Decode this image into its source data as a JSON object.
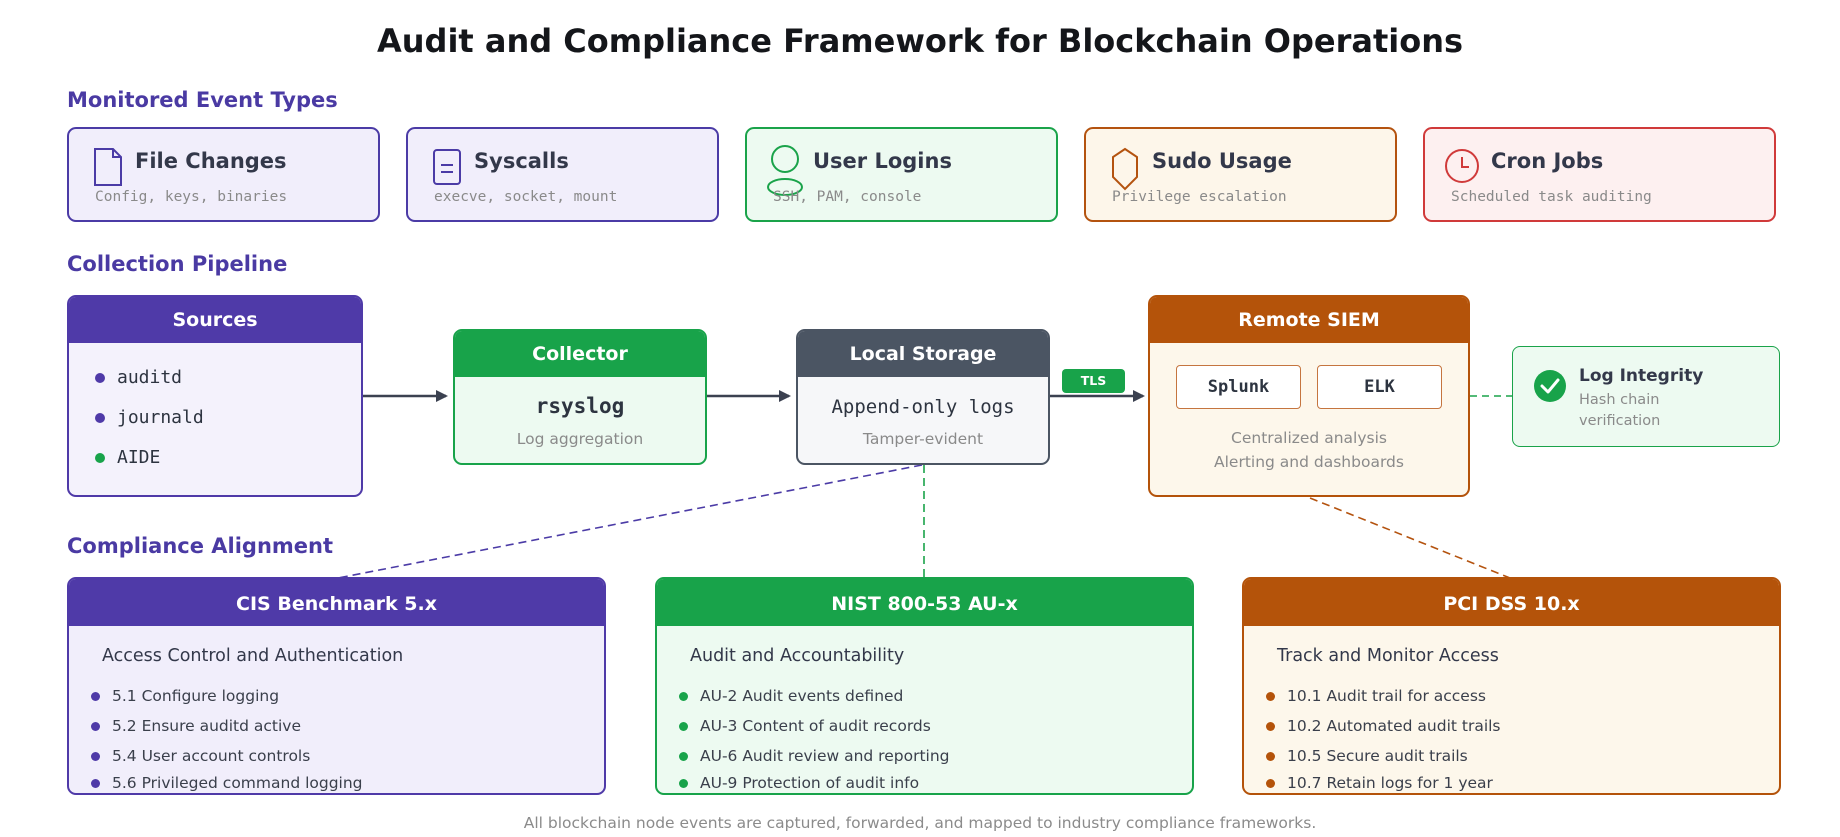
{
  "title": "Audit and Compliance Framework for Blockchain Operations",
  "sections": {
    "events": "Monitored Event Types",
    "pipeline": "Collection Pipeline",
    "compliance": "Compliance Alignment"
  },
  "events": [
    {
      "title": "File Changes",
      "sub": "Config, keys, binaries",
      "icon": "file-icon"
    },
    {
      "title": "Syscalls",
      "sub": "execve, socket, mount",
      "icon": "document-icon"
    },
    {
      "title": "User Logins",
      "sub": "SSH, PAM, console",
      "icon": "user-icon"
    },
    {
      "title": "Sudo Usage",
      "sub": "Privilege escalation",
      "icon": "shield-icon"
    },
    {
      "title": "Cron Jobs",
      "sub": "Scheduled task auditing",
      "icon": "clock-icon"
    }
  ],
  "pipeline": {
    "sources": {
      "title": "Sources",
      "items": [
        "auditd",
        "journald",
        "AIDE"
      ]
    },
    "collector": {
      "title": "Collector",
      "main": "rsyslog",
      "sub": "Log aggregation"
    },
    "storage": {
      "title": "Local Storage",
      "main": "Append-only logs",
      "sub": "Tamper-evident"
    },
    "tls_label": "TLS",
    "siem": {
      "title": "Remote SIEM",
      "tools": [
        "Splunk",
        "ELK"
      ],
      "line1": "Centralized analysis",
      "line2": "Alerting and dashboards"
    },
    "integrity": {
      "title": "Log Integrity",
      "line1": "Hash chain",
      "line2": "verification",
      "icon": "check-circle-icon"
    }
  },
  "compliance": [
    {
      "title": "CIS Benchmark 5.x",
      "subtitle": "Access Control and Authentication",
      "items": [
        "5.1 Configure logging",
        "5.2 Ensure auditd active",
        "5.4 User account controls",
        "5.6 Privileged command logging"
      ]
    },
    {
      "title": "NIST 800-53 AU-x",
      "subtitle": "Audit and Accountability",
      "items": [
        "AU-2 Audit events defined",
        "AU-3 Content of audit records",
        "AU-6 Audit review and reporting",
        "AU-9 Protection of audit info"
      ]
    },
    {
      "title": "PCI DSS 10.x",
      "subtitle": "Track and Monitor Access",
      "items": [
        "10.1 Audit trail for access",
        "10.2 Automated audit trails",
        "10.5 Secure audit trails",
        "10.7 Retain logs for 1 year"
      ]
    }
  ],
  "footer": "All blockchain node events are captured, forwarded, and mapped to industry compliance frameworks.",
  "colors": {
    "purple": "#4f3aa8",
    "green": "#18a34a",
    "orange": "#b4530a",
    "slate": "#4b5563",
    "red": "#d03a3a"
  }
}
